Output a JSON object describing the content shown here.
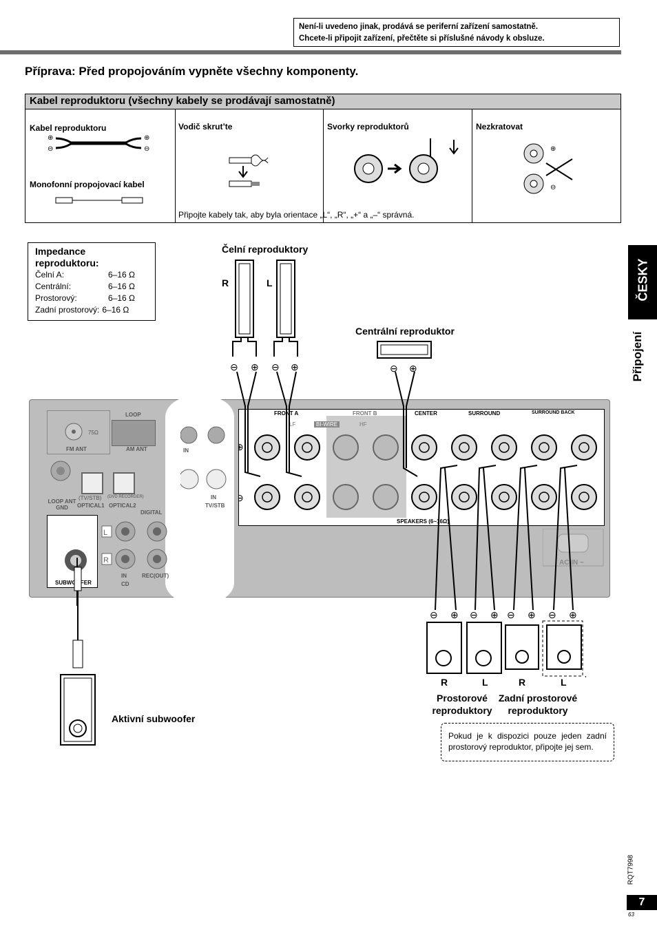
{
  "top_note": {
    "line1": "Není-li uvedeno jinak, prodává se periferní zařízení samostatně.",
    "line2": "Chcete-li připojit zařízení, přečtěte si příslušné návody k obsluze."
  },
  "heading": "Příprava: Před propojováním vypněte všechny komponenty.",
  "cable_section": {
    "title": "Kabel reproduktoru (všechny kabely se prodávají samostatně)",
    "speaker_cable": "Kabel reproduktoru",
    "mono_cable": "Monofonní propojovací kabel",
    "twist": "Vodič skrut’te",
    "terminals": "Svorky reproduktorů",
    "no_short": "Nezkratovat",
    "orientation_note": "Připojte kabely tak, aby byla orientace „L“, „R“, „+“ a „–“ správná."
  },
  "impedance": {
    "title_line1": "Impedance",
    "title_line2": "reproduktoru:",
    "rows": [
      {
        "k": "Čelní A:",
        "v": "6–16 Ω"
      },
      {
        "k": "Centrální:",
        "v": "6–16 Ω"
      },
      {
        "k": "Prostorový:",
        "v": "6–16 Ω"
      },
      {
        "k": "Zadní prostorový:",
        "v": "6–16 Ω"
      }
    ]
  },
  "side_tab": {
    "lang": "ČESKY",
    "section": "Připojení"
  },
  "labels": {
    "front_speakers": "Čelní reproduktory",
    "center_speaker": "Centrální reproduktor",
    "active_sub": "Aktivní subwoofer",
    "surround_speakers_1": "Prostorové",
    "surround_speakers_2": "reproduktory",
    "rear_speakers_1": "Zadní prostorové",
    "rear_speakers_2": "reproduktory",
    "R": "R",
    "L": "L"
  },
  "panel": {
    "fm_ant": "FM ANT",
    "am_ant": "AM ANT",
    "loop": "LOOP",
    "ohm75": "75Ω",
    "loop_ant_gnd": "LOOP ANT GND",
    "tvstb": "(TV/STB)",
    "dvd_rec": "(DVD RECORDER)",
    "optical1": "OPTICAL1",
    "optical2": "OPTICAL2",
    "digital": "DIGITAL",
    "in": "IN",
    "tv_stb": "TV/STB",
    "cd": "CD",
    "rec_out": "REC(OUT)",
    "subwoofer": "SUBWOOFER",
    "front_a": "FRONT A",
    "front_b": "FRONT B",
    "center": "CENTER",
    "surround": "SURROUND",
    "surround_back": "SURROUND BACK",
    "bi_wire": "BI-WIRE",
    "lf": "LF",
    "hf": "HF",
    "speakers": "SPEAKERS (6~16Ω)",
    "ac_in": "AC IN ~"
  },
  "single_rear_note": "Pokud je k dispozici pouze jeden zadní prostorový reproduktor, připojte jej sem.",
  "doc_code": "RQT7998",
  "page_number": "7",
  "small_page": "63"
}
